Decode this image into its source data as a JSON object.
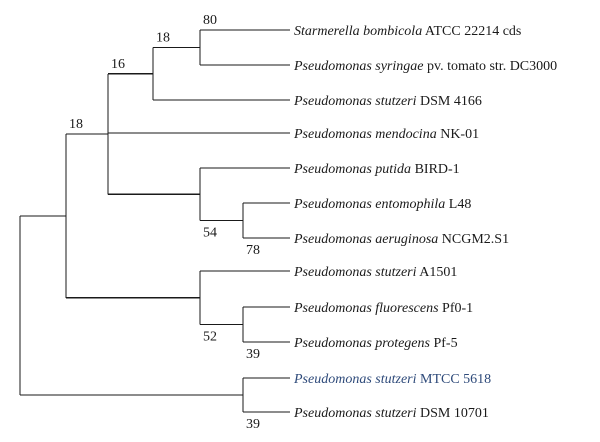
{
  "tree": {
    "nodes": [
      {
        "id": "root",
        "children": [
          "n18a",
          "n39b"
        ]
      },
      {
        "id": "n18a",
        "support": "18",
        "children": [
          "n16",
          "n52"
        ]
      },
      {
        "id": "n16",
        "support": "16",
        "children": [
          "n18b",
          "n54"
        ]
      },
      {
        "id": "n18b",
        "support": "18",
        "children": [
          "n80",
          "leaf3"
        ]
      },
      {
        "id": "n80",
        "support": "80",
        "children": [
          "leaf1",
          "leaf2"
        ]
      },
      {
        "id": "n54",
        "support": "54",
        "children": [
          "leaf5",
          "n78"
        ]
      },
      {
        "id": "n78",
        "support": "78",
        "children": [
          "leaf6",
          "leaf7"
        ]
      },
      {
        "id": "n52",
        "support": "52",
        "children": [
          "leaf8",
          "n39a"
        ]
      },
      {
        "id": "n39a",
        "support": "39",
        "children": [
          "leaf9",
          "leaf10"
        ]
      },
      {
        "id": "n39b",
        "support": "39",
        "children": [
          "leaf11",
          "leaf12"
        ]
      }
    ],
    "leaves": [
      {
        "id": "leaf1",
        "species": "Starmerella bombicola",
        "strain": "ATCC 22214 cds"
      },
      {
        "id": "leaf2",
        "species": "Pseudomonas syringae",
        "strain": "pv. tomato str. DC3000"
      },
      {
        "id": "leaf3",
        "species": "Pseudomonas stutzeri",
        "strain": "DSM 4166"
      },
      {
        "id": "leaf4",
        "species": "Pseudomonas mendocina",
        "strain": "NK-01"
      },
      {
        "id": "leaf5",
        "species": "Pseudomonas putida",
        "strain": "BIRD-1"
      },
      {
        "id": "leaf6",
        "species": "Pseudomonas entomophila",
        "strain": "L48"
      },
      {
        "id": "leaf7",
        "species": "Pseudomonas aeruginosa",
        "strain": "NCGM2.S1"
      },
      {
        "id": "leaf8",
        "species": "Pseudomonas stutzeri",
        "strain": "A1501"
      },
      {
        "id": "leaf9",
        "species": "Pseudomonas fluorescens",
        "strain": "Pf0-1"
      },
      {
        "id": "leaf10",
        "species": "Pseudomonas protegens",
        "strain": "Pf-5"
      },
      {
        "id": "leaf11",
        "species": "Pseudomonas stutzeri",
        "strain": "MTCC 5618",
        "highlight": true
      },
      {
        "id": "leaf12",
        "species": "Pseudomonas stutzeri",
        "strain": "DSM 10701"
      }
    ],
    "colors": {
      "line": "#1a1a1a",
      "highlight_text": "#2e4a7a"
    }
  }
}
